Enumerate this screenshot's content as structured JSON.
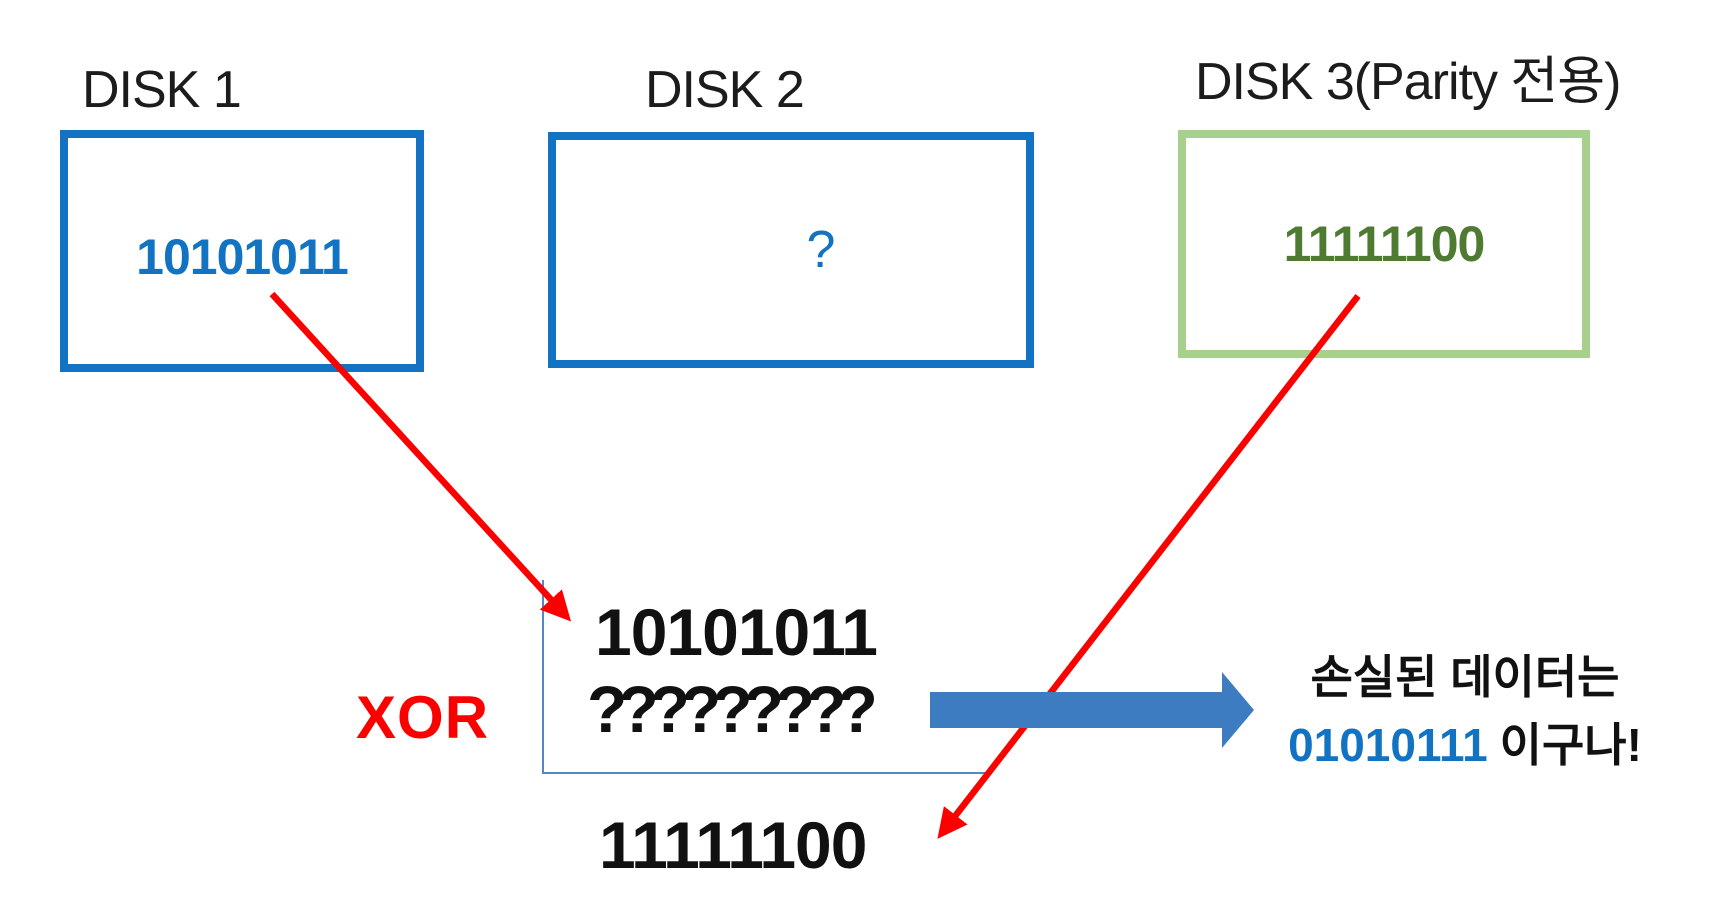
{
  "disks": [
    {
      "title": "DISK 1",
      "value": "10101011"
    },
    {
      "title": "DISK 2",
      "value": "?"
    },
    {
      "title": "DISK 3(Parity 전용)",
      "value": "11111100"
    }
  ],
  "xor": {
    "operator_label": "XOR",
    "operand1": "10101011",
    "operand2": "?????????",
    "parity_value": "11111100"
  },
  "result": {
    "heading": "손실된 데이터는",
    "recovered_value": "01010111",
    "suffix": "이구나!"
  },
  "icons": [
    "red-arrow-disk1-to-xor",
    "red-arrow-disk3-to-parity-value",
    "bracket-xor-group",
    "blue-result-arrow"
  ],
  "colors": {
    "disk_border_blue": "#1273C2",
    "disk_value_blue": "#1273C2",
    "parity_border_green": "#A8D08D",
    "parity_value_green": "#4E7B31",
    "arrow_red": "#FC0000",
    "result_arrow_blue": "#3E7CC1",
    "bracket_blue": "#5585C8",
    "text_black": "#111111"
  }
}
